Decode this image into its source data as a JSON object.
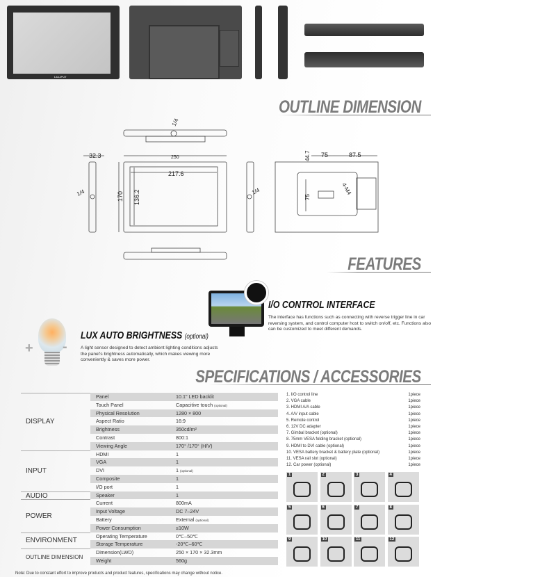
{
  "headings": {
    "outline": "OUTLINE DIMENSION",
    "features": "FEATURES",
    "specs": "SPECIFICATIONS / ACCESSORIES"
  },
  "photos": {
    "brand": "LILLIPUT"
  },
  "dimensions": {
    "top_thread": "1/4",
    "side_depth": "32.3",
    "width": "250",
    "screen_width": "217.6",
    "height": "170",
    "screen_height": "136.2",
    "left_thread": "1/4",
    "right_thread": "1/4",
    "vesa_top": "44.7",
    "vesa_h": "75",
    "vesa_offset": "87.5",
    "vesa_v": "75",
    "screw": "4-M4"
  },
  "features": [
    {
      "title": "I/O CONTROL INTERFACE",
      "optional": "",
      "text": "The interface has functions such as connecting with reverse trigger line in car reversing system, and control computer host to switch on/off, etc. Functions also can be customized to meet different demands."
    },
    {
      "title": "LUX AUTO BRIGHTNESS",
      "optional": "(optional)",
      "text": "A light sensor designed to detect ambient lighting conditions adjusts the panel's brightness automatically, which makes viewing more conveniently & saves more power.",
      "plus": "+",
      "minus": "-"
    }
  ],
  "spec_groups": [
    "DISPLAY",
    "INPUT",
    "AUDIO",
    "POWER",
    "ENVIRONMENT",
    "OUTLINE DIMENSION"
  ],
  "specs": [
    {
      "k": "Panel",
      "v": "10.1\"  LED backlit",
      "o": ""
    },
    {
      "k": "Touch Panel",
      "v": "Capacitive touch ",
      "o": "(optional)"
    },
    {
      "k": "Physical Resolution",
      "v": "1280 × 800",
      "o": ""
    },
    {
      "k": "Aspect Ratio",
      "v": "16:9",
      "o": ""
    },
    {
      "k": "Brightness",
      "v": "350cd/m²",
      "o": ""
    },
    {
      "k": "Contrast",
      "v": "800:1",
      "o": ""
    },
    {
      "k": "Viewing Angle",
      "v": "170°  /170°  (H/V)",
      "o": ""
    },
    {
      "k": "HDMI",
      "v": "1",
      "o": ""
    },
    {
      "k": "VGA",
      "v": "1",
      "o": ""
    },
    {
      "k": "DVI",
      "v": "1 ",
      "o": "(optional)"
    },
    {
      "k": "Composite",
      "v": "1",
      "o": ""
    },
    {
      "k": "I/O port",
      "v": "1",
      "o": ""
    },
    {
      "k": "Speaker",
      "v": "1",
      "o": ""
    },
    {
      "k": "Current",
      "v": "800mA",
      "o": ""
    },
    {
      "k": "Input Voltage",
      "v": "DC 7–24V",
      "o": ""
    },
    {
      "k": "Battery",
      "v": "External ",
      "o": "(optional)"
    },
    {
      "k": "Power Consumption",
      "v": "≤10W",
      "o": ""
    },
    {
      "k": "Operating Temperature",
      "v": "0℃–50℃",
      "o": ""
    },
    {
      "k": "Storage Temperature",
      "v": "-20℃–60℃",
      "o": ""
    },
    {
      "k": "Dimension(LWD)",
      "v": "250 × 170 × 32.3mm",
      "o": ""
    },
    {
      "k": "Weight",
      "v": "560g",
      "o": ""
    }
  ],
  "accessories": [
    {
      "name": "1.  I/O control line",
      "qty": "1piece"
    },
    {
      "name": "2.  VGA cable",
      "qty": "1piece"
    },
    {
      "name": "3.  HDMI A/A cable",
      "qty": "1piece"
    },
    {
      "name": "4.  A/V input cable",
      "qty": "1piece"
    },
    {
      "name": "5.  Remote control",
      "qty": "1piece"
    },
    {
      "name": "6.  12V DC  adapter",
      "qty": "1piece"
    },
    {
      "name": "7.  Gimbal bracket (optional)",
      "qty": "1piece"
    },
    {
      "name": "8.  75mm VESA folding bracket (optional)",
      "qty": "1piece"
    },
    {
      "name": "9.  HDMI to DVI cable (optional)",
      "qty": "1piece"
    },
    {
      "name": "10.  VESA battery bracket & battery plate (optional)",
      "qty": "1piece"
    },
    {
      "name": "11.  VESA rail slot (optional)",
      "qty": "1piece"
    },
    {
      "name": "12.  Car power (optional)",
      "qty": "1piece"
    }
  ],
  "tiles": [
    "1",
    "2",
    "3",
    "4",
    "5",
    "6",
    "7",
    "8",
    "9",
    "10",
    "11",
    "12"
  ],
  "note": "Note: Due to constant effort to improve products and product features, specifications may change without notice."
}
